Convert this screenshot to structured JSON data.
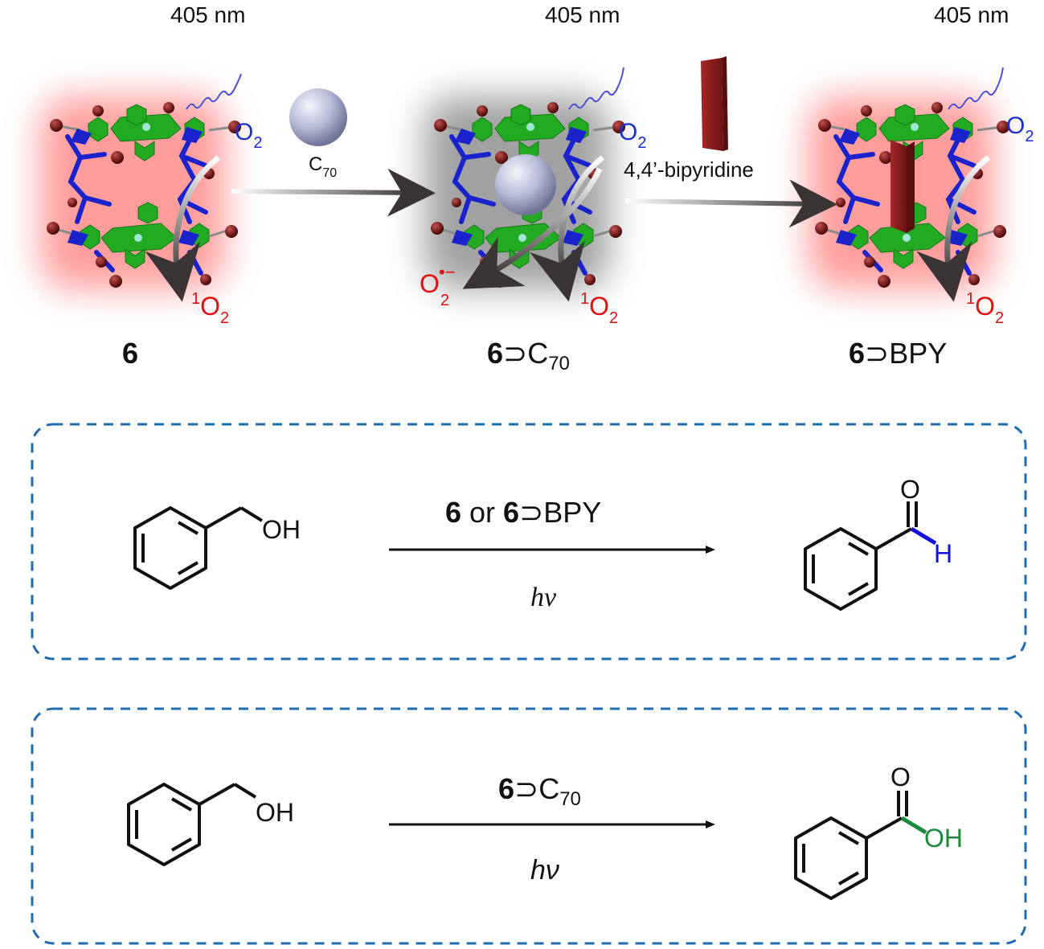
{
  "top": {
    "wavelength": "405 nm",
    "o2": "O",
    "o2_sub": "2",
    "singlet": "O",
    "singlet_sup": "1",
    "singlet_sub": "2",
    "superoxide": "O",
    "superoxide_sub": "2",
    "superoxide_sup": "•−",
    "c70_label": "C",
    "c70_sub": "70",
    "bpy_reagent": "4,4’-bipyridine"
  },
  "cages": [
    {
      "bold": "6",
      "rest": "",
      "sub": ""
    },
    {
      "bold": "6",
      "rest": "⊃C",
      "sub": "70"
    },
    {
      "bold": "6",
      "rest": "⊃BPY",
      "sub": ""
    }
  ],
  "reactions": [
    {
      "cat_a_bold": "6",
      "cat_mid": " or ",
      "cat_b_bold": "6",
      "cat_b_rest": "⊃BPY",
      "cond": "hν",
      "reactant_group": "OH",
      "product_o": "O",
      "product_group": "H",
      "product_color": "#1010e0"
    },
    {
      "cat_bold": "6",
      "cat_rest": "⊃C",
      "cat_sub": "70",
      "cond": "hν",
      "reactant_group": "OH",
      "product_o": "O",
      "product_group": "OH",
      "product_color": "#1a8a3a"
    }
  ],
  "colors": {
    "o2_blue": "#1a2fd0",
    "ros_red": "#e01010",
    "frame_blue": "#1f6bb0",
    "cage_green": "#22aa22",
    "cage_blue": "#1a22cc",
    "atom_red": "#7a1010",
    "c70_gray": "#b8bcd6",
    "bpy_red": "#8a1c1c"
  }
}
